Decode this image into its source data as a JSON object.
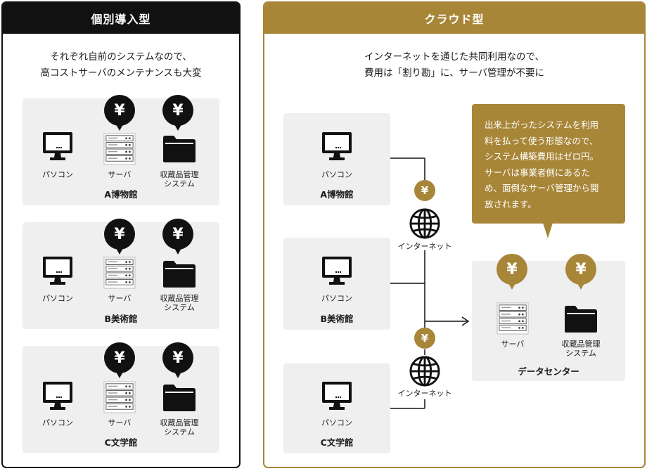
{
  "left": {
    "title": "個別導入型",
    "desc_line1": "それぞれ自前のシステムなので、",
    "desc_line2": "高コストサーバのメンテナンスも大変",
    "groups": [
      {
        "name": "A博物館",
        "pc": "パソコン",
        "server": "サーバ",
        "sys1": "収蔵品管理",
        "sys2": "システム",
        "yen": "¥"
      },
      {
        "name": "B美術館",
        "pc": "パソコン",
        "server": "サーバ",
        "sys1": "収蔵品管理",
        "sys2": "システム",
        "yen": "¥"
      },
      {
        "name": "C文学館",
        "pc": "パソコン",
        "server": "サーバ",
        "sys1": "収蔵品管理",
        "sys2": "システム",
        "yen": "¥"
      }
    ]
  },
  "right": {
    "title": "クラウド型",
    "desc_line1": "インターネットを通じた共同利用なので、",
    "desc_line2": "費用は「割り勘」に、サーバ管理が不要に",
    "clients": [
      {
        "name": "A博物館",
        "pc": "パソコン"
      },
      {
        "name": "B美術館",
        "pc": "パソコン"
      },
      {
        "name": "C文学館",
        "pc": "パソコン"
      }
    ],
    "internet_label": "インターネット",
    "yen": "¥",
    "note_lines": [
      "出来上がったシステムを利用",
      "料を払って使う形態なので、",
      "システム構築費用はゼロ円。",
      "サーバは事業者側にあるた",
      "め、面倒なサーバ管理から開",
      "放されます。"
    ],
    "datacenter": {
      "name": "データセンター",
      "server": "サーバ",
      "sys1": "収蔵品管理",
      "sys2": "システム"
    }
  },
  "colors": {
    "black": "#111111",
    "gold": "#a88638",
    "box": "#efefef"
  }
}
